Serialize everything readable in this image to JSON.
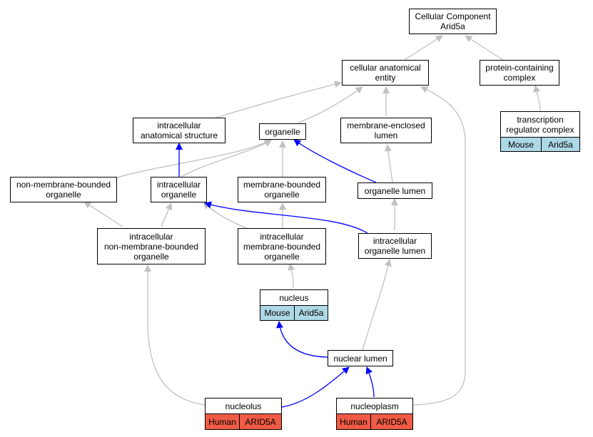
{
  "colors": {
    "edge_gray": "#c0c0c0",
    "edge_blue": "#0000ff",
    "mouse_fill": "#add8e6",
    "human_fill": "#ef5b45"
  },
  "nodes": {
    "root": {
      "line1": "Cellular Component",
      "line2": "Arid5a"
    },
    "cae": {
      "line1": "cellular anatomical",
      "line2": "entity"
    },
    "pcc": {
      "line1": "protein-containing",
      "line2": "complex"
    },
    "trc": {
      "line1": "transcription",
      "line2": "regulator complex",
      "species": "Mouse",
      "gene": "Arid5a"
    },
    "ias": {
      "line1": "intracellular",
      "line2": "anatomical structure"
    },
    "org": {
      "line1": "organelle"
    },
    "mel": {
      "line1": "membrane-enclosed",
      "line2": "lumen"
    },
    "nmbo": {
      "line1": "non-membrane-bounded",
      "line2": "organelle"
    },
    "io": {
      "line1": "intracellular",
      "line2": "organelle"
    },
    "mbo": {
      "line1": "membrane-bounded",
      "line2": "organelle"
    },
    "ol": {
      "line1": "organelle lumen"
    },
    "inmbo": {
      "line1": "intracellular",
      "line2": "non-membrane-bounded",
      "line3": "organelle"
    },
    "imbo": {
      "line1": "intracellular",
      "line2": "membrane-bounded",
      "line3": "organelle"
    },
    "iol": {
      "line1": "intracellular",
      "line2": "organelle lumen"
    },
    "nuc": {
      "line1": "nucleus",
      "species": "Mouse",
      "gene": "Arid5a"
    },
    "nl": {
      "line1": "nuclear lumen"
    },
    "nucleolus": {
      "line1": "nucleolus",
      "species": "Human",
      "gene": "ARID5A"
    },
    "nucleoplasm": {
      "line1": "nucleoplasm",
      "species": "Human",
      "gene": "ARID5A"
    }
  }
}
